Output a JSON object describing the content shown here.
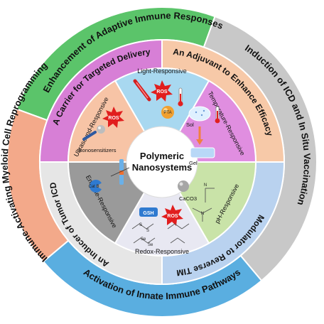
{
  "center": {
    "line1": "Polymeric",
    "line2": "Nanosystems"
  },
  "outer_ring": [
    {
      "label": "Enhancement of Adaptive Immune Responses",
      "color": "#5bc46a"
    },
    {
      "label": "Induction of ICD and In Situ Vaccination",
      "color": "#c8c8c8"
    },
    {
      "label": "Activation of Innate Immune Pathways",
      "color": "#5aaee0"
    },
    {
      "label": "Immune-Activating Myeloid Cell Reprogramming",
      "color": "#f3a98a"
    }
  ],
  "middle_ring": [
    {
      "label": "A Carrier for Targeted Delivery",
      "color": "#d77fd6"
    },
    {
      "label": "An Adjuvant to Enhance Efficacy",
      "color": "#f7c9a8"
    },
    {
      "label": "A Modulator to Reverse TIME",
      "color": "#b9d2ef"
    },
    {
      "label": "An Inducer of Tumor ICD",
      "color": "#e6e6e6"
    }
  ],
  "inner_segments": [
    {
      "label": "Light-Responsive",
      "color": "#a8d8f0"
    },
    {
      "label": "Temperature-Responsive",
      "color": "#e08ee0"
    },
    {
      "label": "pH-Responsive",
      "color": "#c9e3a8"
    },
    {
      "label": "Redox-Responsive",
      "color": "#e8e8f2"
    },
    {
      "label": "Enzyme-Responsive",
      "color": "#9a9a9a"
    },
    {
      "label": "Ultrasound-Responsive",
      "color": "#f7c4a6"
    }
  ],
  "details": {
    "ros": "ROS",
    "pta": "PTA",
    "sol": "Sol",
    "gel": "Gel",
    "sonosensitizers": "Sonosensitizers",
    "caco3": "CaCO3",
    "gsh": "GSH",
    "cat_b": "Cat B"
  },
  "icons": [
    "laser-icon",
    "thermometer-icon",
    "hydrogel-icon",
    "sonosensitizer-icon",
    "enzyme-icon",
    "disulfide-icon",
    "amine-icon"
  ]
}
